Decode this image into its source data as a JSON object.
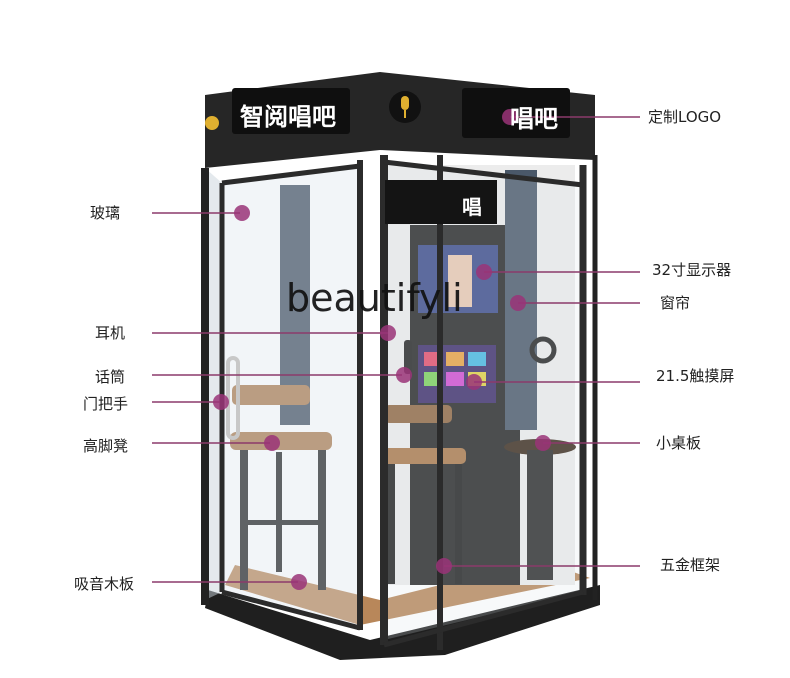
{
  "watermark": "beautifyli",
  "booth": {
    "sign_left": "智阅唱吧",
    "sign_right": "唱吧",
    "inner_sign": "唱"
  },
  "callouts_left": [
    "玻璃",
    "耳机",
    "话筒",
    "门把手",
    "高脚凳",
    "吸音木板"
  ],
  "callouts_right": [
    "定制LOGO",
    "32寸显示器",
    "窗帘",
    "21.5触摸屏",
    "小桌板",
    "五金框架"
  ],
  "colors": {
    "callout_line": "#8b3a6b",
    "callout_dot": "#9a3478",
    "frame": "#2b2b2b",
    "wood": "#a9784a"
  }
}
